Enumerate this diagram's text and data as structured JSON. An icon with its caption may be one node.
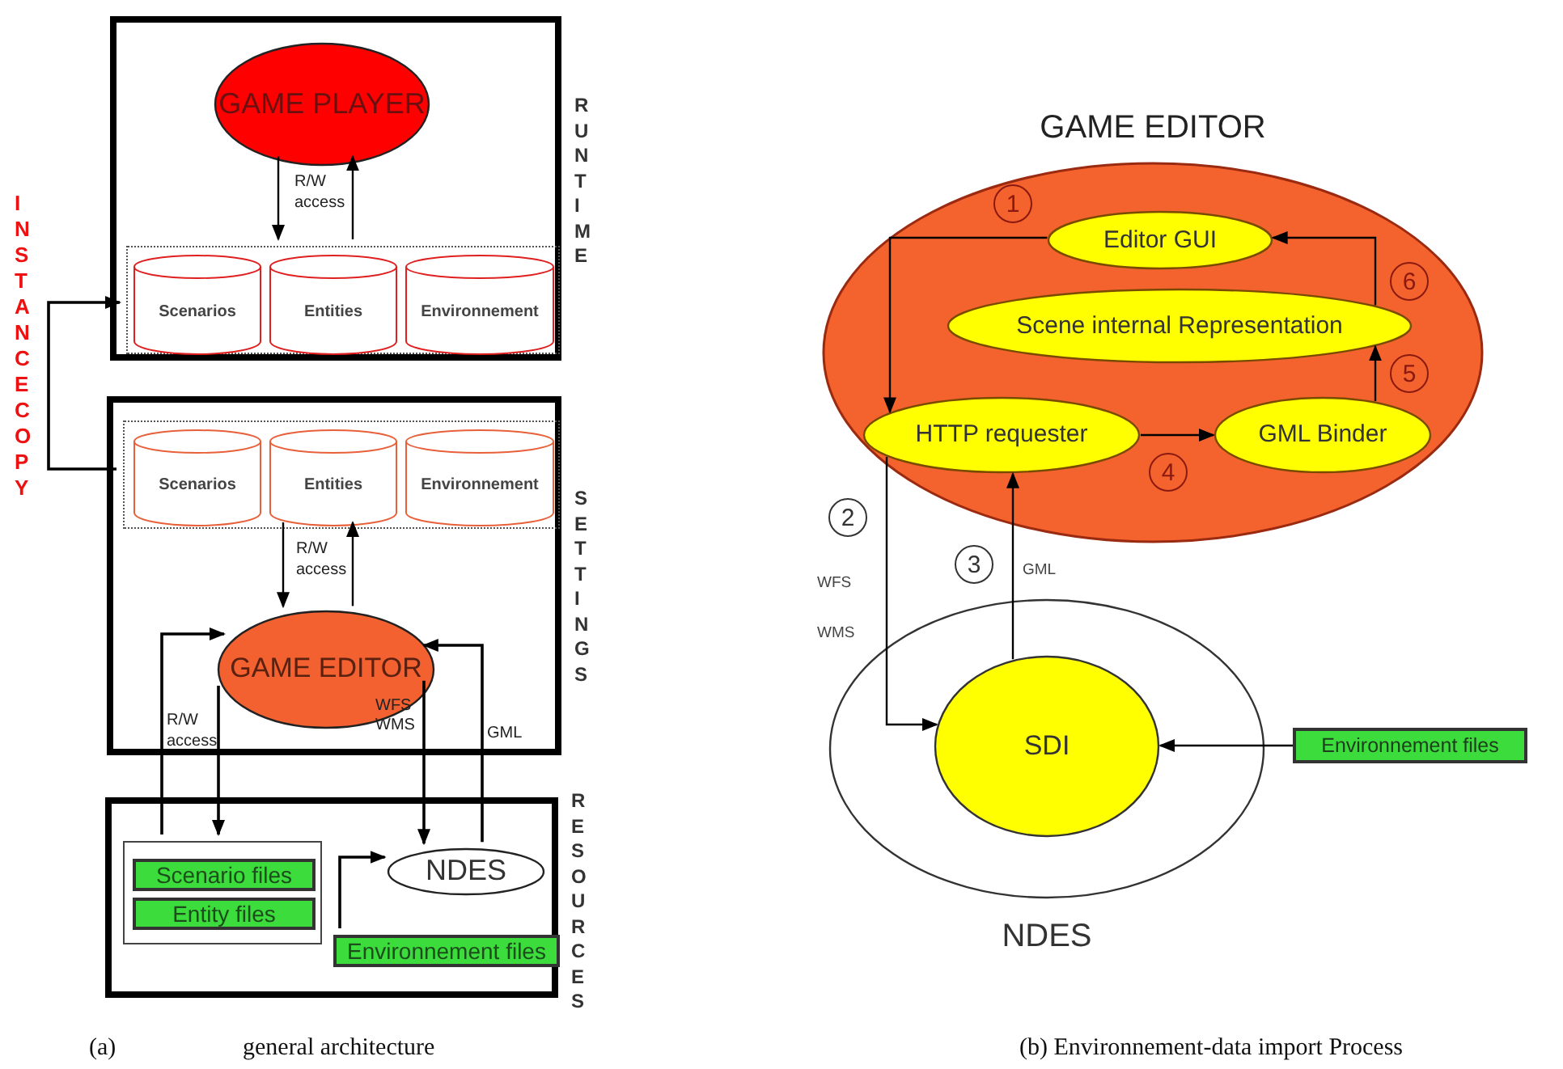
{
  "diagram": {
    "nodes": [
      {
        "text": [
          "RUNTIME"
        ]
      },
      {
        "text": [
          "GAME PLAYER"
        ],
        "in": 0
      },
      {
        "text": [],
        "shape": "box",
        "in": 0
      },
      {
        "text": [
          "Scenarios"
        ],
        "in": 2
      },
      {
        "text": [
          "Entities"
        ],
        "in": 2
      },
      {
        "text": [
          "Environnement"
        ],
        "in": 2
      },
      {
        "text": [
          "SETTINGS"
        ]
      },
      {
        "text": [],
        "shape": "box",
        "in": 6
      },
      {
        "text": [
          "Scenarios"
        ],
        "in": 7
      },
      {
        "text": [
          "Entities"
        ],
        "in": 7
      },
      {
        "text": [
          "Environnement"
        ],
        "in": 7
      },
      {
        "text": [
          "GAME EDITOR"
        ],
        "in": 6
      },
      {
        "text": [
          "RESOURCES"
        ]
      },
      {
        "text": [],
        "shape": "box",
        "in": 12
      },
      {
        "text": [
          "Scenario files"
        ],
        "in": 13
      },
      {
        "text": [
          "Entity files"
        ],
        "in": 13
      },
      {
        "text": [
          "NDES"
        ],
        "in": 12
      },
      {
        "text": [
          "Environnement files"
        ],
        "in": 12
      },
      {
        "text": [
          "GAME EDITOR"
        ]
      },
      {
        "text": [
          "Editor GUI"
        ],
        "in": 18
      },
      {
        "text": [
          "Scene internal Representation"
        ],
        "in": 18
      },
      {
        "text": [
          "HTTP requester"
        ],
        "in": 18
      },
      {
        "text": [
          "GML Binder"
        ],
        "in": 18
      },
      {
        "text": [
          "NDES"
        ]
      },
      {
        "text": [
          "SDI"
        ],
        "in": 23
      },
      {
        "text": [
          "Environnement files"
        ]
      }
    ],
    "edges": [
      {
        "from": 1,
        "to": 2,
        "arrow": "to",
        "label": "R/W access"
      },
      {
        "from": 2,
        "to": 1,
        "arrow": "to"
      },
      {
        "from": 7,
        "to": 2,
        "arrow": "to",
        "label": "INSTANCE COPY"
      },
      {
        "from": 7,
        "to": 11,
        "arrow": "to",
        "label": "R/W access"
      },
      {
        "from": 11,
        "to": 7,
        "arrow": "to"
      },
      {
        "from": 13,
        "to": 11,
        "arrow": "to"
      },
      {
        "from": 11,
        "to": 13,
        "arrow": "to",
        "label": "R/W access"
      },
      {
        "from": 11,
        "to": 16,
        "arrow": "to",
        "label": "WFS WMS"
      },
      {
        "from": 16,
        "to": 11,
        "arrow": "to",
        "label": "GML"
      },
      {
        "from": 17,
        "to": 16,
        "arrow": "to"
      },
      {
        "from": 19,
        "to": 21,
        "arrow": "to"
      },
      {
        "from": 21,
        "to": 24,
        "arrow": "to",
        "label": "WFS WMS"
      },
      {
        "from": 24,
        "to": 21,
        "arrow": "to",
        "label": "GML"
      },
      {
        "from": 21,
        "to": 22,
        "arrow": "to"
      },
      {
        "from": 22,
        "to": 20,
        "arrow": "to"
      },
      {
        "from": 20,
        "to": 19,
        "arrow": "to"
      },
      {
        "from": 25,
        "to": 24,
        "arrow": "to"
      }
    ],
    "labels": [
      "1",
      "6",
      "5",
      "4",
      "2",
      "3",
      "(a)",
      "general architecture",
      "(b) Environnement-data import Process"
    ]
  }
}
